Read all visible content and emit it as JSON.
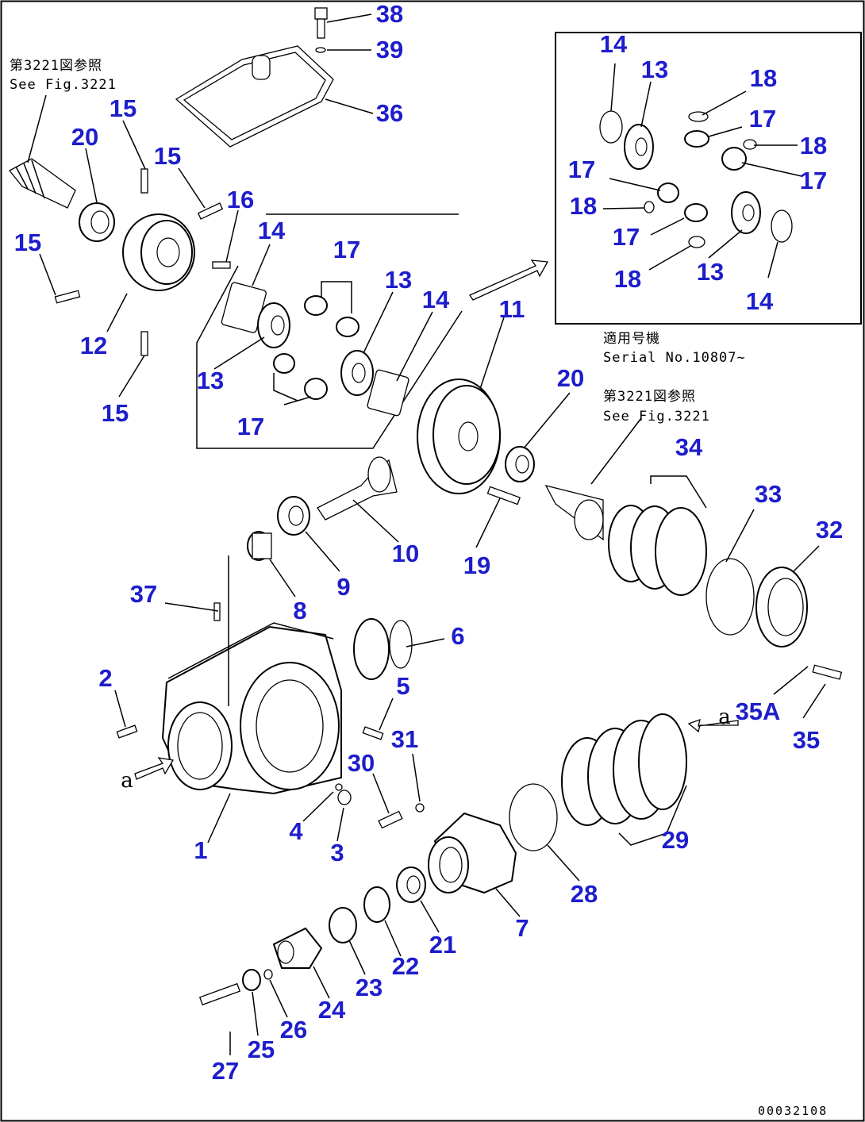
{
  "notes": {
    "top_left_jp": "第3221図参照",
    "top_left_en": "See Fig.3221",
    "serial_jp": "適用号機",
    "serial_en": "Serial No.10807~",
    "mid_right_jp": "第3221図参照",
    "mid_right_en": "See Fig.3221"
  },
  "view_marks": {
    "left": "a",
    "right": "a"
  },
  "document_id": "00032108",
  "callouts": [
    {
      "id": "c1",
      "text": "1"
    },
    {
      "id": "c2",
      "text": "2"
    },
    {
      "id": "c3",
      "text": "3"
    },
    {
      "id": "c4",
      "text": "4"
    },
    {
      "id": "c5",
      "text": "5"
    },
    {
      "id": "c6",
      "text": "6"
    },
    {
      "id": "c7",
      "text": "7"
    },
    {
      "id": "c8",
      "text": "8"
    },
    {
      "id": "c9",
      "text": "9"
    },
    {
      "id": "c10",
      "text": "10"
    },
    {
      "id": "c11",
      "text": "11"
    },
    {
      "id": "c12",
      "text": "12"
    },
    {
      "id": "c13a",
      "text": "13"
    },
    {
      "id": "c13b",
      "text": "13"
    },
    {
      "id": "c13c",
      "text": "13"
    },
    {
      "id": "c13d",
      "text": "13"
    },
    {
      "id": "c14a",
      "text": "14"
    },
    {
      "id": "c14b",
      "text": "14"
    },
    {
      "id": "c14c",
      "text": "14"
    },
    {
      "id": "c14d",
      "text": "14"
    },
    {
      "id": "c15a",
      "text": "15"
    },
    {
      "id": "c15b",
      "text": "15"
    },
    {
      "id": "c15c",
      "text": "15"
    },
    {
      "id": "c15d",
      "text": "15"
    },
    {
      "id": "c16",
      "text": "16"
    },
    {
      "id": "c17a",
      "text": "17"
    },
    {
      "id": "c17b",
      "text": "17"
    },
    {
      "id": "c17c",
      "text": "17"
    },
    {
      "id": "c17d",
      "text": "17"
    },
    {
      "id": "c17e",
      "text": "17"
    },
    {
      "id": "c17f",
      "text": "17"
    },
    {
      "id": "c18a",
      "text": "18"
    },
    {
      "id": "c18b",
      "text": "18"
    },
    {
      "id": "c18c",
      "text": "18"
    },
    {
      "id": "c18d",
      "text": "18"
    },
    {
      "id": "c19",
      "text": "19"
    },
    {
      "id": "c20a",
      "text": "20"
    },
    {
      "id": "c20b",
      "text": "20"
    },
    {
      "id": "c21",
      "text": "21"
    },
    {
      "id": "c22",
      "text": "22"
    },
    {
      "id": "c23",
      "text": "23"
    },
    {
      "id": "c24",
      "text": "24"
    },
    {
      "id": "c25",
      "text": "25"
    },
    {
      "id": "c26",
      "text": "26"
    },
    {
      "id": "c27",
      "text": "27"
    },
    {
      "id": "c28",
      "text": "28"
    },
    {
      "id": "c29",
      "text": "29"
    },
    {
      "id": "c30",
      "text": "30"
    },
    {
      "id": "c31",
      "text": "31"
    },
    {
      "id": "c32",
      "text": "32"
    },
    {
      "id": "c33",
      "text": "33"
    },
    {
      "id": "c34",
      "text": "34"
    },
    {
      "id": "c35",
      "text": "35"
    },
    {
      "id": "c35a",
      "text": "35A"
    },
    {
      "id": "c36",
      "text": "36"
    },
    {
      "id": "c37",
      "text": "37"
    },
    {
      "id": "c38",
      "text": "38"
    },
    {
      "id": "c39",
      "text": "39"
    }
  ]
}
